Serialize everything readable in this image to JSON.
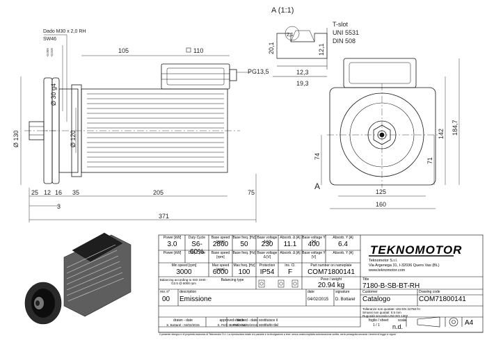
{
  "drawing": {
    "section_title": "A (1:1)",
    "section_marker": "A",
    "labels": {
      "nut": "Dado M30 x 2,0 RH",
      "sw": "SW46",
      "pg": "PG13,5",
      "tslot_1": "T-slot",
      "tslot_2": "UNI 5531",
      "tslot_3": "DIN 508",
      "square_value": "110"
    },
    "dimensions": {
      "d105": "105",
      "d2_1": "2,1",
      "d20_1": "20,1",
      "d12_1": "12,1",
      "d12_3": "12,3",
      "d19_3": "19,3",
      "d30g4": "Ø 30 g4",
      "d130": "Ø 130",
      "d120": "Ø 120",
      "d25": "25",
      "d12": "12",
      "d16": "16",
      "d35": "35",
      "d205": "205",
      "d75": "75",
      "d3": "3",
      "d371": "371",
      "d74": "74",
      "d142": "142",
      "d184_7": "184,7",
      "d71": "71",
      "d125": "125",
      "d160": "160",
      "tol1": "-0,009",
      "tol2": "-0,018"
    }
  },
  "title_block": {
    "header_row1": [
      "Power [kW]",
      "Duty Cycle",
      "Base speed [rpm]",
      "Base freq. [Hz]",
      "Base voltage Δ [V]",
      "Absorb. Δ [A]",
      "Base voltage Y [V]",
      "Absorb. Y [A]"
    ],
    "values_row1": [
      "3.0",
      "S6-60%",
      "2860",
      "50",
      "230",
      "11.1",
      "400",
      "6.4"
    ],
    "header_row2": [
      "Power [kW]",
      "Duty Cycle",
      "Base speed [rpm]",
      "Base freq. [Hz]",
      "Base voltage Δ [V]",
      "Absorb. Δ [A]",
      "Base voltage Y [V]",
      "Absorb. Y [A]"
    ],
    "header_row3": [
      "Min speed [rpm]",
      "Max speed [rpm]",
      "Max freq. [Hz]",
      "Protection",
      "Ins. Cl.",
      "Part number on nameplate"
    ],
    "values_row3": [
      "3000",
      "6000",
      "100",
      "IP54",
      "F",
      "COM71800141"
    ],
    "balancing_label": "Balancing according to ISO 1940 - G2.5 @ 6000 rpm",
    "balancing_type": "Balancing type",
    "weight_label": "Peso / weight",
    "weight": "20.94 kg",
    "title_label": "Title",
    "title": "7180-B-SB-BT-RH",
    "rev_label": "rev. n°",
    "rev": "00",
    "description_label": "description",
    "description": "Emissione",
    "date_label": "date",
    "date": "04/02/2015",
    "signature_label": "signature",
    "signature": "D. Bottarel",
    "customer_label": "Customer",
    "customer": "Catalogo",
    "drawing_code_label": "Drawing code",
    "drawing_code": "COM71800141",
    "drawn_label": "drawn - date",
    "drawn": "S. Bottarel - 04/02/2015",
    "approved_label": "approved - date",
    "approved": "S. Perli - 04/02/2015",
    "checked_label": "checked - date",
    "checked": "S. Perli - 04/02/2015",
    "replaces_label": "sostituisce il",
    "replaced_label": "sostituito dal",
    "tolerances_1": "Tolleranze non quotate: UNI EN 22768 fH",
    "tolerances_2": "Smussi non quotati: 0.5 mm",
    "tolerances_3": "Rugosità secondo UNI ISO 1302",
    "sheet_label": "foglio / sheet",
    "sheet": "1 / 1",
    "scale_label": "scala",
    "scale": "n.d.",
    "format": "A4",
    "footer": "Il presente disegno è di proprietà esclusiva di Teknomotor S.r.l. La riproduzione totale e/o parziale e la divulgazione a terzi, senza nostra esplicita autorizzazione scritta, verrà perseguita secondo i termini di legge in vigore."
  },
  "company": {
    "logo": "TEKNOMOTOR",
    "name": "Teknomotor S.r.l.",
    "address": "Via Argenega 31, I-32036 Quero Vas (BL)",
    "web": "www.teknomotor.com"
  }
}
